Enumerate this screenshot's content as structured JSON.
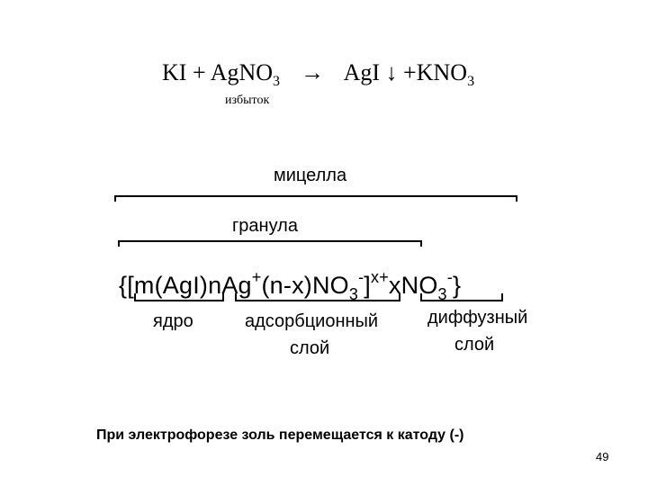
{
  "equation": {
    "ki": "KI",
    "plus": "+",
    "agno": "AgNO",
    "agno_sub": "3",
    "arrow": "→",
    "agi": "AgI",
    "down": "↓",
    "plus2": "+",
    "kno": "KNO",
    "kno_sub": "3",
    "excess": "избыток"
  },
  "micelle": {
    "micelle": "мицелла",
    "granule": "гранула",
    "formula": {
      "p1": "{[m(AgI)nAg",
      "sup1": "+",
      "p2": "(n-x)NO",
      "sub2": "3",
      "sup2": "-",
      "p3": "]",
      "sup3": "x+",
      "p4": "xNO",
      "sub4": "3",
      "sup4": "-",
      "p5": "}"
    },
    "core": "ядро",
    "adsorption_line1": "адсорбционный",
    "adsorption_line2": "слой",
    "diffuse_line1": "диффузный",
    "diffuse_line2": "слой"
  },
  "caption": "При электрофорезе золь перемещается к катоду (-)",
  "page_number": "49"
}
